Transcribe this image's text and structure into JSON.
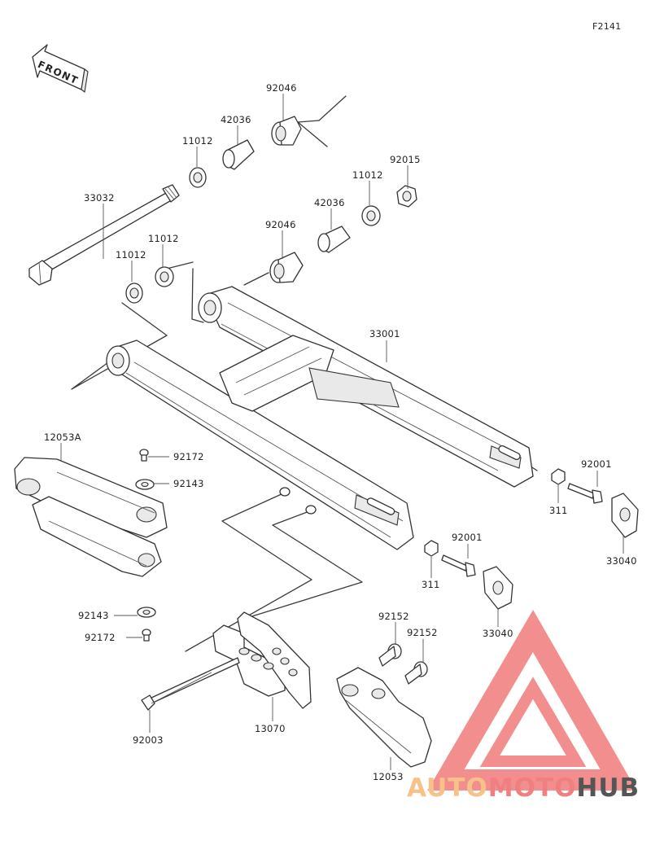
{
  "diagram_code": "F2141",
  "front_label": "FRONT",
  "parts": [
    {
      "id": "33032",
      "label": "33032"
    },
    {
      "id": "11012-a",
      "label": "11012"
    },
    {
      "id": "42036-a",
      "label": "42036"
    },
    {
      "id": "92046-a",
      "label": "92046"
    },
    {
      "id": "92015",
      "label": "92015"
    },
    {
      "id": "11012-b",
      "label": "11012"
    },
    {
      "id": "42036-b",
      "label": "42036"
    },
    {
      "id": "92046-b",
      "label": "92046"
    },
    {
      "id": "11012-c",
      "label": "11012"
    },
    {
      "id": "11012-d",
      "label": "11012"
    },
    {
      "id": "33001",
      "label": "33001"
    },
    {
      "id": "12053A",
      "label": "12053A"
    },
    {
      "id": "92172-a",
      "label": "92172"
    },
    {
      "id": "92143-a",
      "label": "92143"
    },
    {
      "id": "92001-a",
      "label": "92001"
    },
    {
      "id": "311-a",
      "label": "311"
    },
    {
      "id": "33040-a",
      "label": "33040"
    },
    {
      "id": "92001-b",
      "label": "92001"
    },
    {
      "id": "311-b",
      "label": "311"
    },
    {
      "id": "33040-b",
      "label": "33040"
    },
    {
      "id": "92143-b",
      "label": "92143"
    },
    {
      "id": "92172-b",
      "label": "92172"
    },
    {
      "id": "92152-a",
      "label": "92152"
    },
    {
      "id": "92152-b",
      "label": "92152"
    },
    {
      "id": "92003",
      "label": "92003"
    },
    {
      "id": "13070",
      "label": "13070"
    },
    {
      "id": "12053",
      "label": "12053"
    }
  ],
  "watermark": {
    "parts": [
      "AUTO",
      "MOTO",
      "HUB"
    ],
    "colors": [
      "#f6c28a",
      "#f08080",
      "#555555"
    ],
    "logo_color": "#f07b7b"
  }
}
